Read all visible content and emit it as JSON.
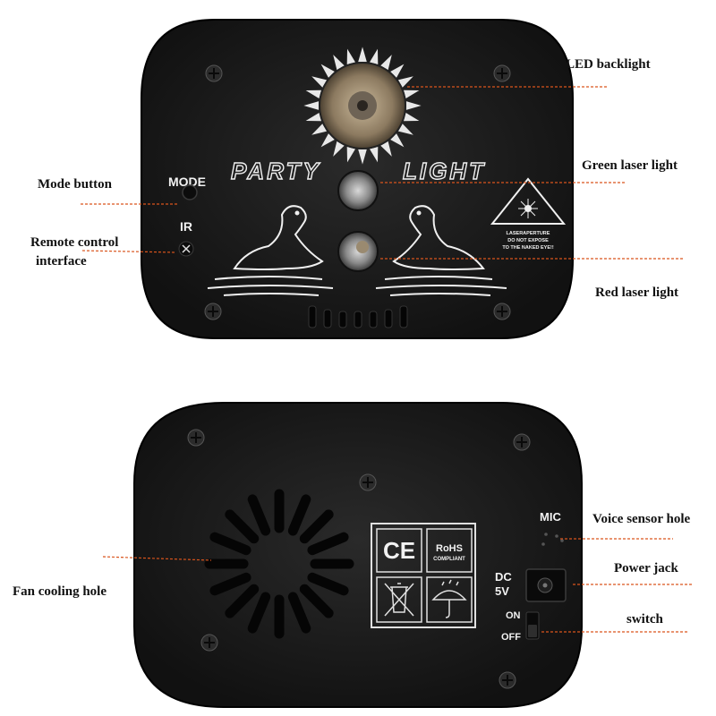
{
  "callouts": {
    "led_backlight": "LED backlight",
    "green_laser": "Green laser light",
    "mode_button": "Mode button",
    "remote_control_line1": "Remote control",
    "remote_control_line2": "interface",
    "red_laser": "Red laser light",
    "fan_cooling": "Fan cooling hole",
    "voice_sensor": "Voice sensor hole",
    "power_jack": "Power jack",
    "switch": "switch"
  },
  "front_panel": {
    "mode_label": "MODE",
    "ir_label": "IR",
    "party_word": "PARTY",
    "light_word": "LIGHT",
    "warning_line1": "LASERAPERTURE",
    "warning_line2": "DO NOT EXPOSE",
    "warning_line3": "TO THE NAKED EYE!!"
  },
  "back_panel": {
    "mic_label": "MIC",
    "dc_label": "DC",
    "voltage_label": "5V",
    "on_label": "ON",
    "off_label": "OFF",
    "ce_mark": "CE",
    "rohs_mark": "RoHS",
    "rohs_sub": "COMPLIANT"
  },
  "colors": {
    "leader_line": "#d9541c",
    "device_body": "#1a1a1a"
  }
}
